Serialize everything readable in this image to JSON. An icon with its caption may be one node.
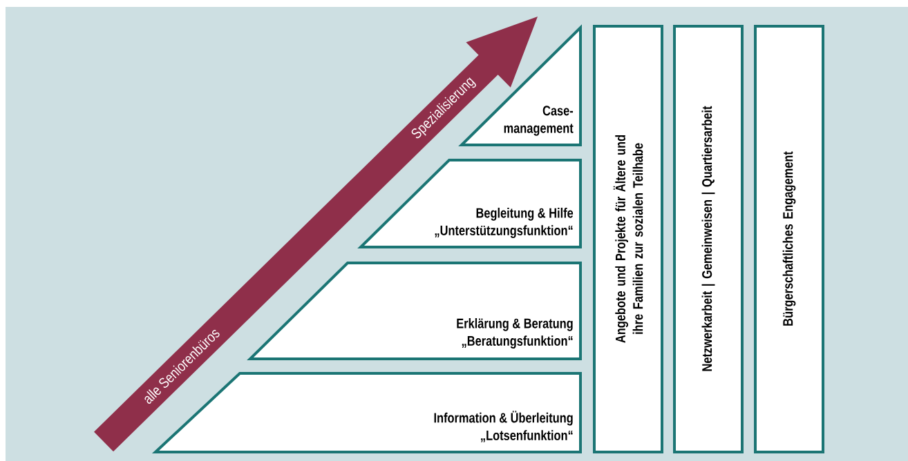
{
  "diagram": {
    "nodes": [
      {
        "text": [
          "Case-management"
        ]
      },
      {
        "text": [
          "Begleitung & Hilfe",
          "„Unterstützungsfunktion“"
        ]
      },
      {
        "text": [
          "Erklärung & Beratung",
          "„Beratungsfunktion“"
        ]
      },
      {
        "text": [
          "Information & Überleitung",
          "„Lotsenfunktion“"
        ]
      },
      {
        "text": [
          "Angebote und Projekte für Ältere und ihre Familien zur sozialen Teilhabe"
        ]
      },
      {
        "text": [
          "Netzwerkarbeit | Gemeinweisen | Quartiersarbeit"
        ]
      },
      {
        "text": [
          "Bürgerschaftliches Engagement"
        ]
      }
    ],
    "labels": [
      "alle Seniorenbüros",
      "Spezialisierung"
    ]
  }
}
